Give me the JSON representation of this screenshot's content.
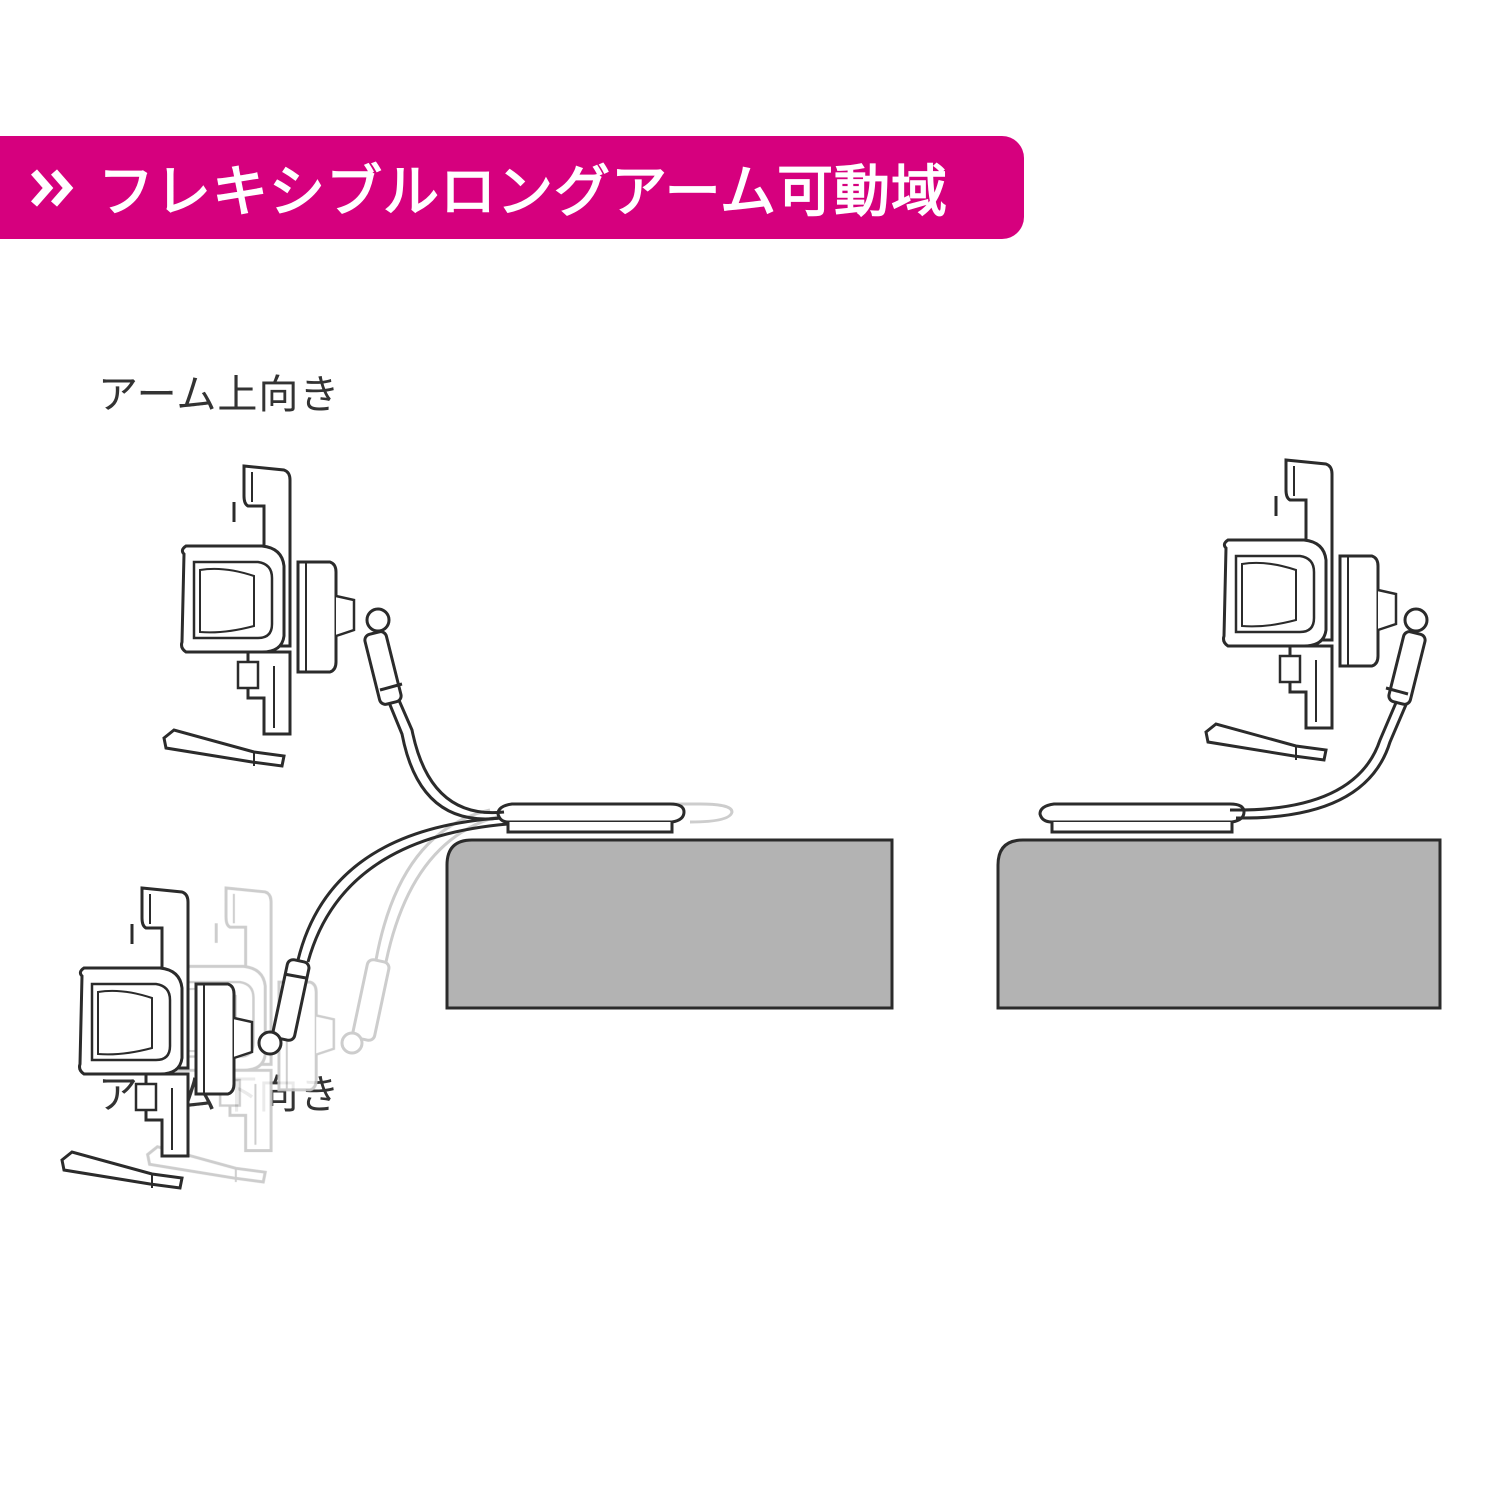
{
  "header": {
    "title": "フレキシブルロングアーム可動域",
    "chevron_icon": "double-chevron-right-icon",
    "accent_color": "#d6007e"
  },
  "labels": {
    "arm_up": "アーム上向き",
    "arm_down": "アーム下向き"
  },
  "colors": {
    "desk_fill": "#b3b3b3",
    "line": "#2b2b2b",
    "ghost_line": "#c8c8c8"
  }
}
